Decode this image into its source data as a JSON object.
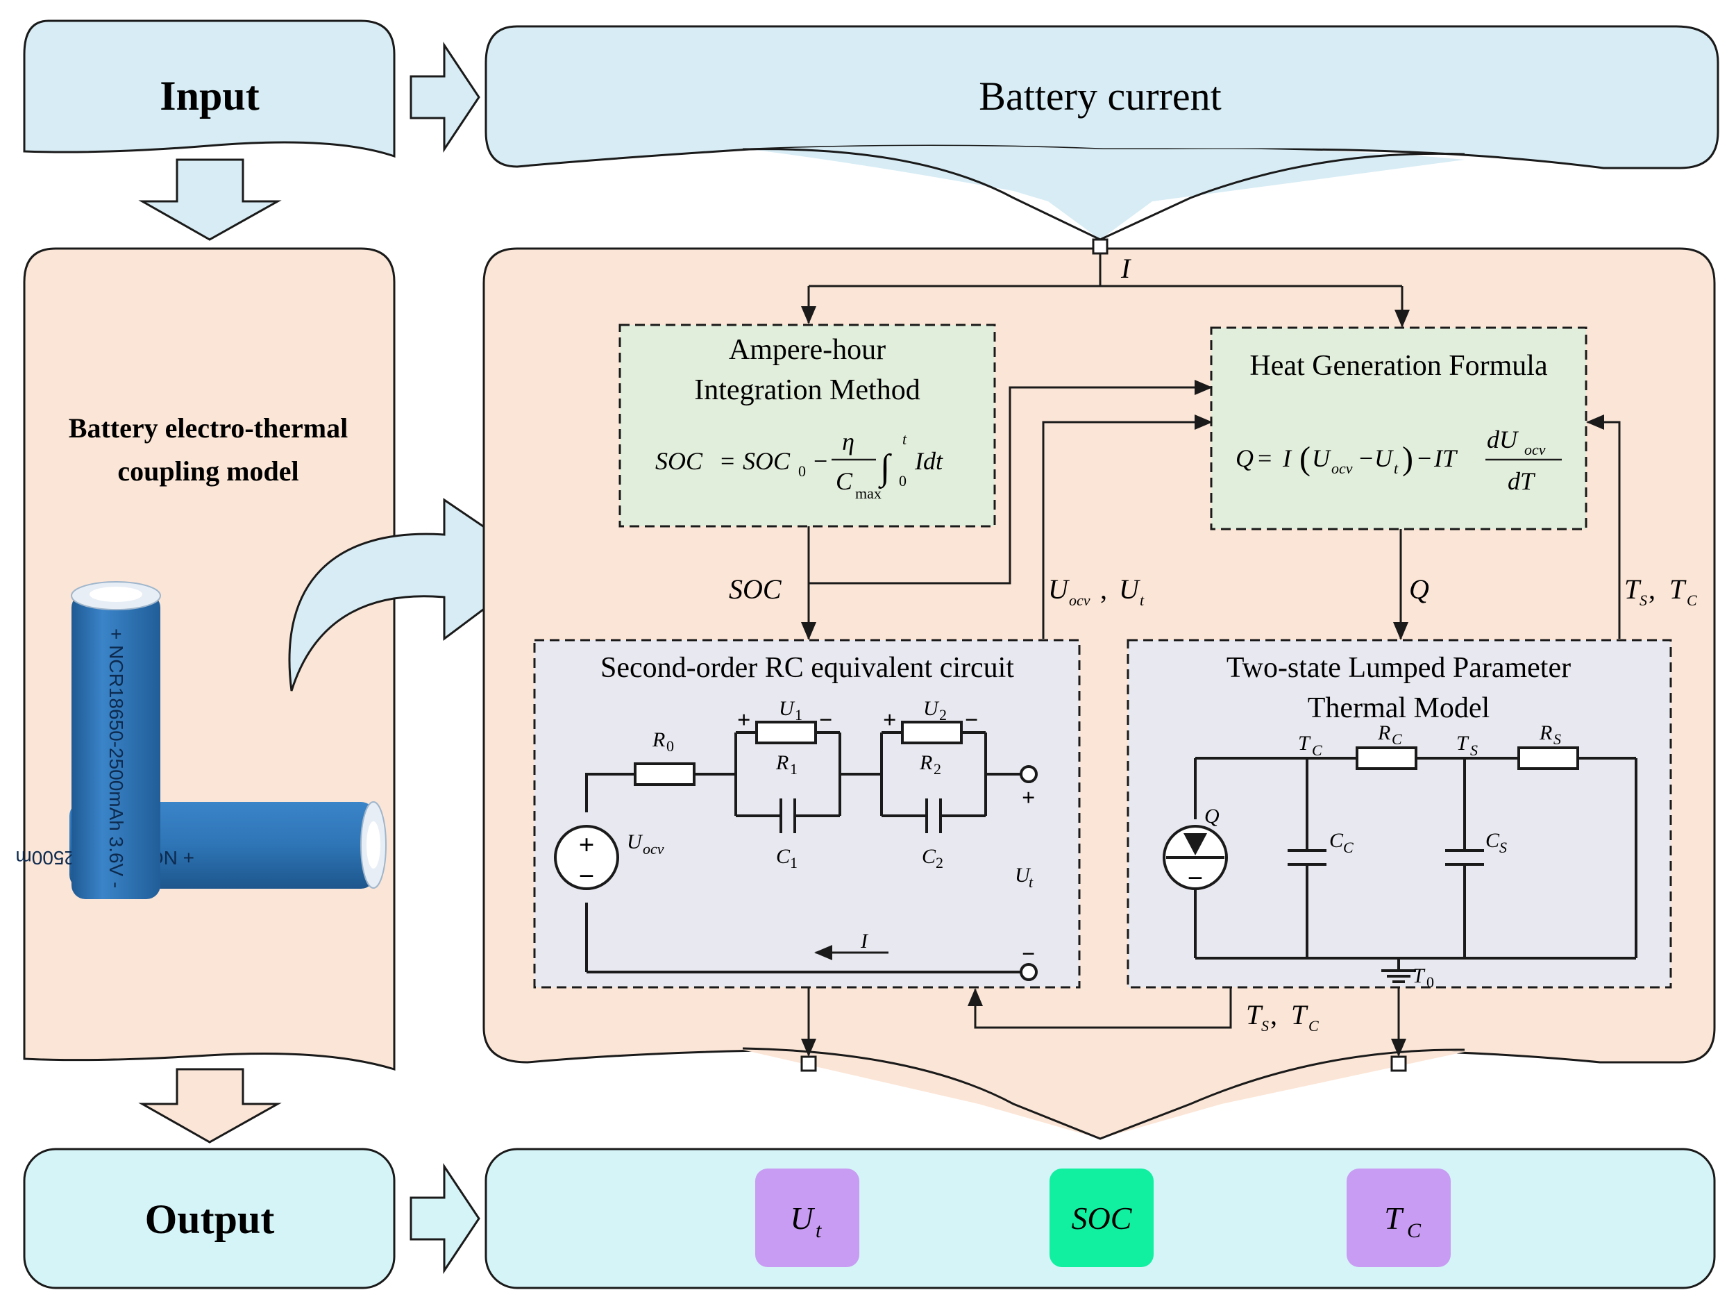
{
  "colors": {
    "light_blue": "#d7ecf4",
    "peach": "#fbe5d6",
    "light_green": "#e2eedc",
    "light_lavender": "#e8e8f0",
    "cyan_output": "#d5f4f8",
    "purple_chip": "#c89cf2",
    "green_chip": "#10f0a0",
    "battery_blue": "#2e75b6",
    "stroke": "#1a1a1a"
  },
  "left_column": {
    "input_label": "Input",
    "model_label_line1": "Battery electro-thermal",
    "model_label_line2": "coupling model",
    "output_label": "Output",
    "battery_vertical_text": "+ NCR18650-2500mAh 3.6V -",
    "battery_horizontal_text": "+ NCR18650-2500m"
  },
  "right_column": {
    "input_title": "Battery current",
    "current_symbol": "I"
  },
  "blocks": {
    "ampere_hour": {
      "title_line1": "Ampere-hour",
      "title_line2": "Integration Method",
      "eq": {
        "lhs": "SOC",
        "eq": "=",
        "soc": "SOC",
        "soc_sub": "0",
        "minus": "−",
        "num": "η",
        "den": "C",
        "den_sub": "max",
        "integral": "∫",
        "upper": "t",
        "lower": "0",
        "integrand": "Idt"
      }
    },
    "heat_gen": {
      "title": "Heat Generation Formula",
      "eq": {
        "q": "Q",
        "eq": "=",
        "i": "I",
        "lparen": "(",
        "u1": "U",
        "u1_sub": "ocv",
        "minus1": "−",
        "u2": "U",
        "u2_sub": "t",
        "rparen": ")",
        "minus2": "−",
        "it": "IT",
        "num": "dU",
        "num_sub": "ocv",
        "den": "dT"
      }
    },
    "rc_circuit": {
      "title": "Second-order RC equivalent circuit",
      "r0": "R",
      "r0_sub": "0",
      "u1": "U",
      "u1_sub": "1",
      "r1": "R",
      "r1_sub": "1",
      "c1": "C",
      "c1_sub": "1",
      "u2": "U",
      "u2_sub": "2",
      "r2": "R",
      "r2_sub": "2",
      "c2": "C",
      "c2_sub": "2",
      "uocv": "U",
      "uocv_sub": "ocv",
      "ut": "U",
      "ut_sub": "t",
      "i": "I",
      "plus": "+",
      "minus": "−"
    },
    "thermal": {
      "title_line1": "Two-state Lumped Parameter",
      "title_line2": "Thermal Model",
      "q": "Q",
      "tc": "T",
      "tc_sub": "C",
      "rc": "R",
      "rc_sub": "C",
      "ts": "T",
      "ts_sub": "S",
      "rs": "R",
      "rs_sub": "S",
      "cc": "C",
      "cc_sub": "C",
      "cs": "C",
      "cs_sub": "S",
      "t0": "T",
      "t0_sub": "0"
    }
  },
  "signals": {
    "soc": "SOC",
    "uocv_ut": {
      "u1": "U",
      "u1_sub": "ocv",
      "sep": ", ",
      "u2": "U",
      "u2_sub": "t"
    },
    "q": "Q",
    "ts_tc_top": {
      "t1": "T",
      "t1_sub": "S",
      "sep": ", ",
      "t2": "T",
      "t2_sub": "C"
    },
    "ts_tc_bottom": {
      "t1": "T",
      "t1_sub": "S",
      "sep": ", ",
      "t2": "T",
      "t2_sub": "C"
    }
  },
  "outputs": [
    {
      "main": "U",
      "sub": "t",
      "color": "#c89cf2"
    },
    {
      "main": "SOC",
      "sub": "",
      "color": "#10f0a0"
    },
    {
      "main": "T",
      "sub": "C",
      "color": "#c89cf2"
    }
  ]
}
